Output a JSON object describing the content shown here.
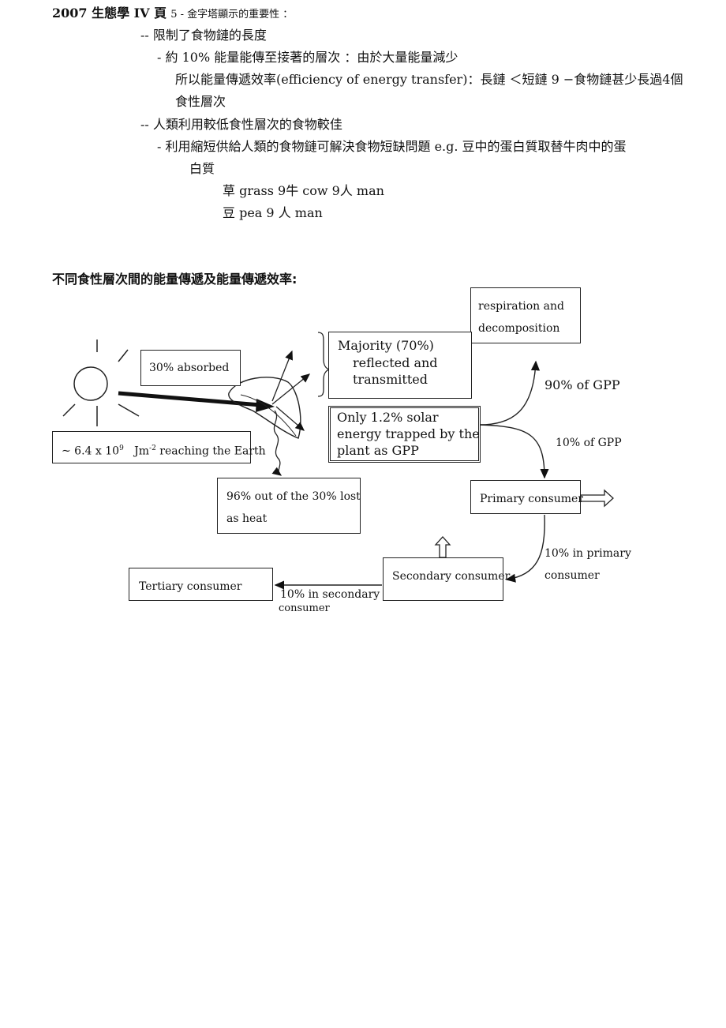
{
  "header": {
    "title": "2007 生態學 IV 頁",
    "topic": "5 - 金字塔顯示的重要性 ："
  },
  "notes": {
    "l1": "-- 限制了食物鏈的長度",
    "l2": "- 約 10% 能量能傳至接著的層次 ：由於大量能量減少",
    "l3": "所以能量傳遞效率(efficiency of energy transfer)：長鏈 ＜短鏈 9 −食物鏈甚少長過4個",
    "l4": "食性層次",
    "l5": "-- 人類利用較低食性層次的食物較佳",
    "l6": "- 利用縮短供給人類的食物鏈可解決食物短缺問題  e.g. 豆中的蛋白質取替牛肉中的蛋",
    "l7": "白質",
    "chain1": "草  grass 9牛  cow 9人  man",
    "chain2": "豆  pea 9 人  man"
  },
  "section_title": "不同食性層次間的能量傳遞及能量傳遞效率:",
  "diagram": {
    "box_respiration_1": "respiration and",
    "box_respiration_2": "decomposition",
    "box_majority_1": "Majority (70%)",
    "box_majority_2": "reflected and",
    "box_majority_3": "transmitted",
    "box_absorbed": "30% absorbed",
    "box_only_1": "Only 1.2% solar",
    "box_only_2": "energy trapped by the",
    "box_only_3": "plant as GPP",
    "lbl_90": "90% of GPP",
    "lbl_10gpp": "10% of GPP",
    "box_earth_pre": "~ 6.4 x 10",
    "box_earth_exp": "9",
    "box_earth_unit": "Jm",
    "box_earth_unit_exp": "-2",
    "box_earth_post": "reaching the Earth",
    "box_heat_1": "96% out of the 30% lost",
    "box_heat_2": "as heat",
    "box_primary": "Primary consumer",
    "lbl_10primary_1": "10% in primary",
    "lbl_10primary_2": "consumer",
    "box_secondary": "Secondary consumer",
    "box_tertiary": "Tertiary consumer",
    "lbl_10secondary_1": "10% in secondary",
    "lbl_10secondary_2": "consumer"
  }
}
